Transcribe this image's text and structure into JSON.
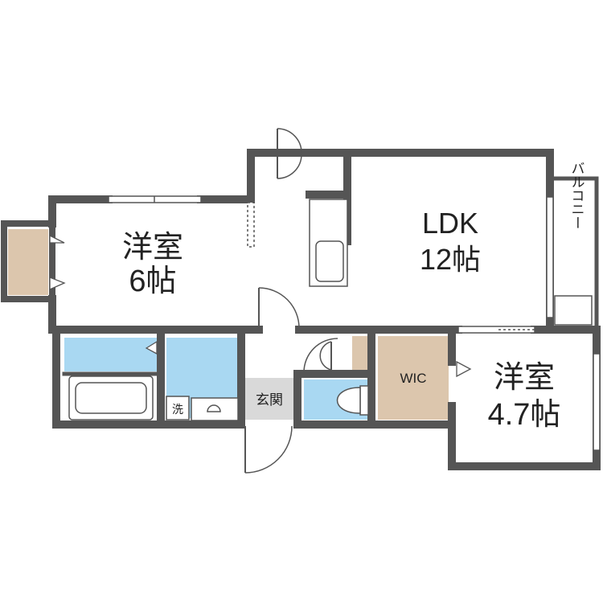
{
  "colors": {
    "wall": "#555555",
    "floor": "#ffffff",
    "wet_area": "#a9d8f2",
    "storage": "#dcc6ad",
    "entrance": "#d9d9d9",
    "fixture_line": "#555555"
  },
  "rooms": {
    "western_room_1": {
      "name": "洋室",
      "size": "6帖"
    },
    "ldk": {
      "name": "LDK",
      "size": "12帖"
    },
    "western_room_2": {
      "name": "洋室",
      "size": "4.7帖"
    },
    "wic": {
      "name": "WIC"
    },
    "entrance": {
      "name": "玄関"
    },
    "balcony": {
      "name": "バルコニー"
    },
    "washer": {
      "name": "洗"
    }
  },
  "icons": [
    "door-swing-icon",
    "bathtub-icon",
    "toilet-icon",
    "kitchen-sink-icon",
    "washbasin-icon",
    "closet-arrow-icon"
  ]
}
